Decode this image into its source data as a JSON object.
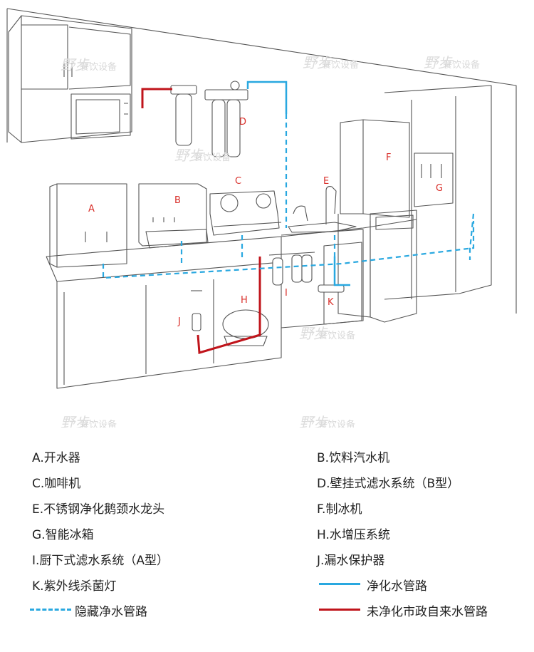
{
  "labels": {
    "A": "A",
    "B": "B",
    "C": "C",
    "D": "D",
    "E": "E",
    "F": "F",
    "G": "G",
    "H": "H",
    "I": "I",
    "J": "J",
    "K": "K"
  },
  "watermark": {
    "brand": "野步",
    "sub": "餐饮设备"
  },
  "legend": {
    "items": [
      "A.开水器",
      "B.饮料汽水机",
      "C.咖啡机",
      "D.壁挂式滤水系统（B型）",
      "E.不锈钢净化鹅颈水龙头",
      "F.制冰机",
      "G.智能冰箱",
      "H.水增压系统",
      "I.厨下式滤水系统（A型）",
      "J.漏水保护器",
      "K.紫外线杀菌灯"
    ],
    "lines": [
      {
        "label": "净化水管路",
        "color": "#29a8e0",
        "style": "solid"
      },
      {
        "label": "隐藏净水管路",
        "color": "#29a8e0",
        "style": "dashed"
      },
      {
        "label": "未净化市政自来水管路",
        "color": "#c0141b",
        "style": "solid"
      }
    ]
  },
  "colors": {
    "clean": "#29a8e0",
    "raw": "#c0141b",
    "label": "#d9302b"
  }
}
